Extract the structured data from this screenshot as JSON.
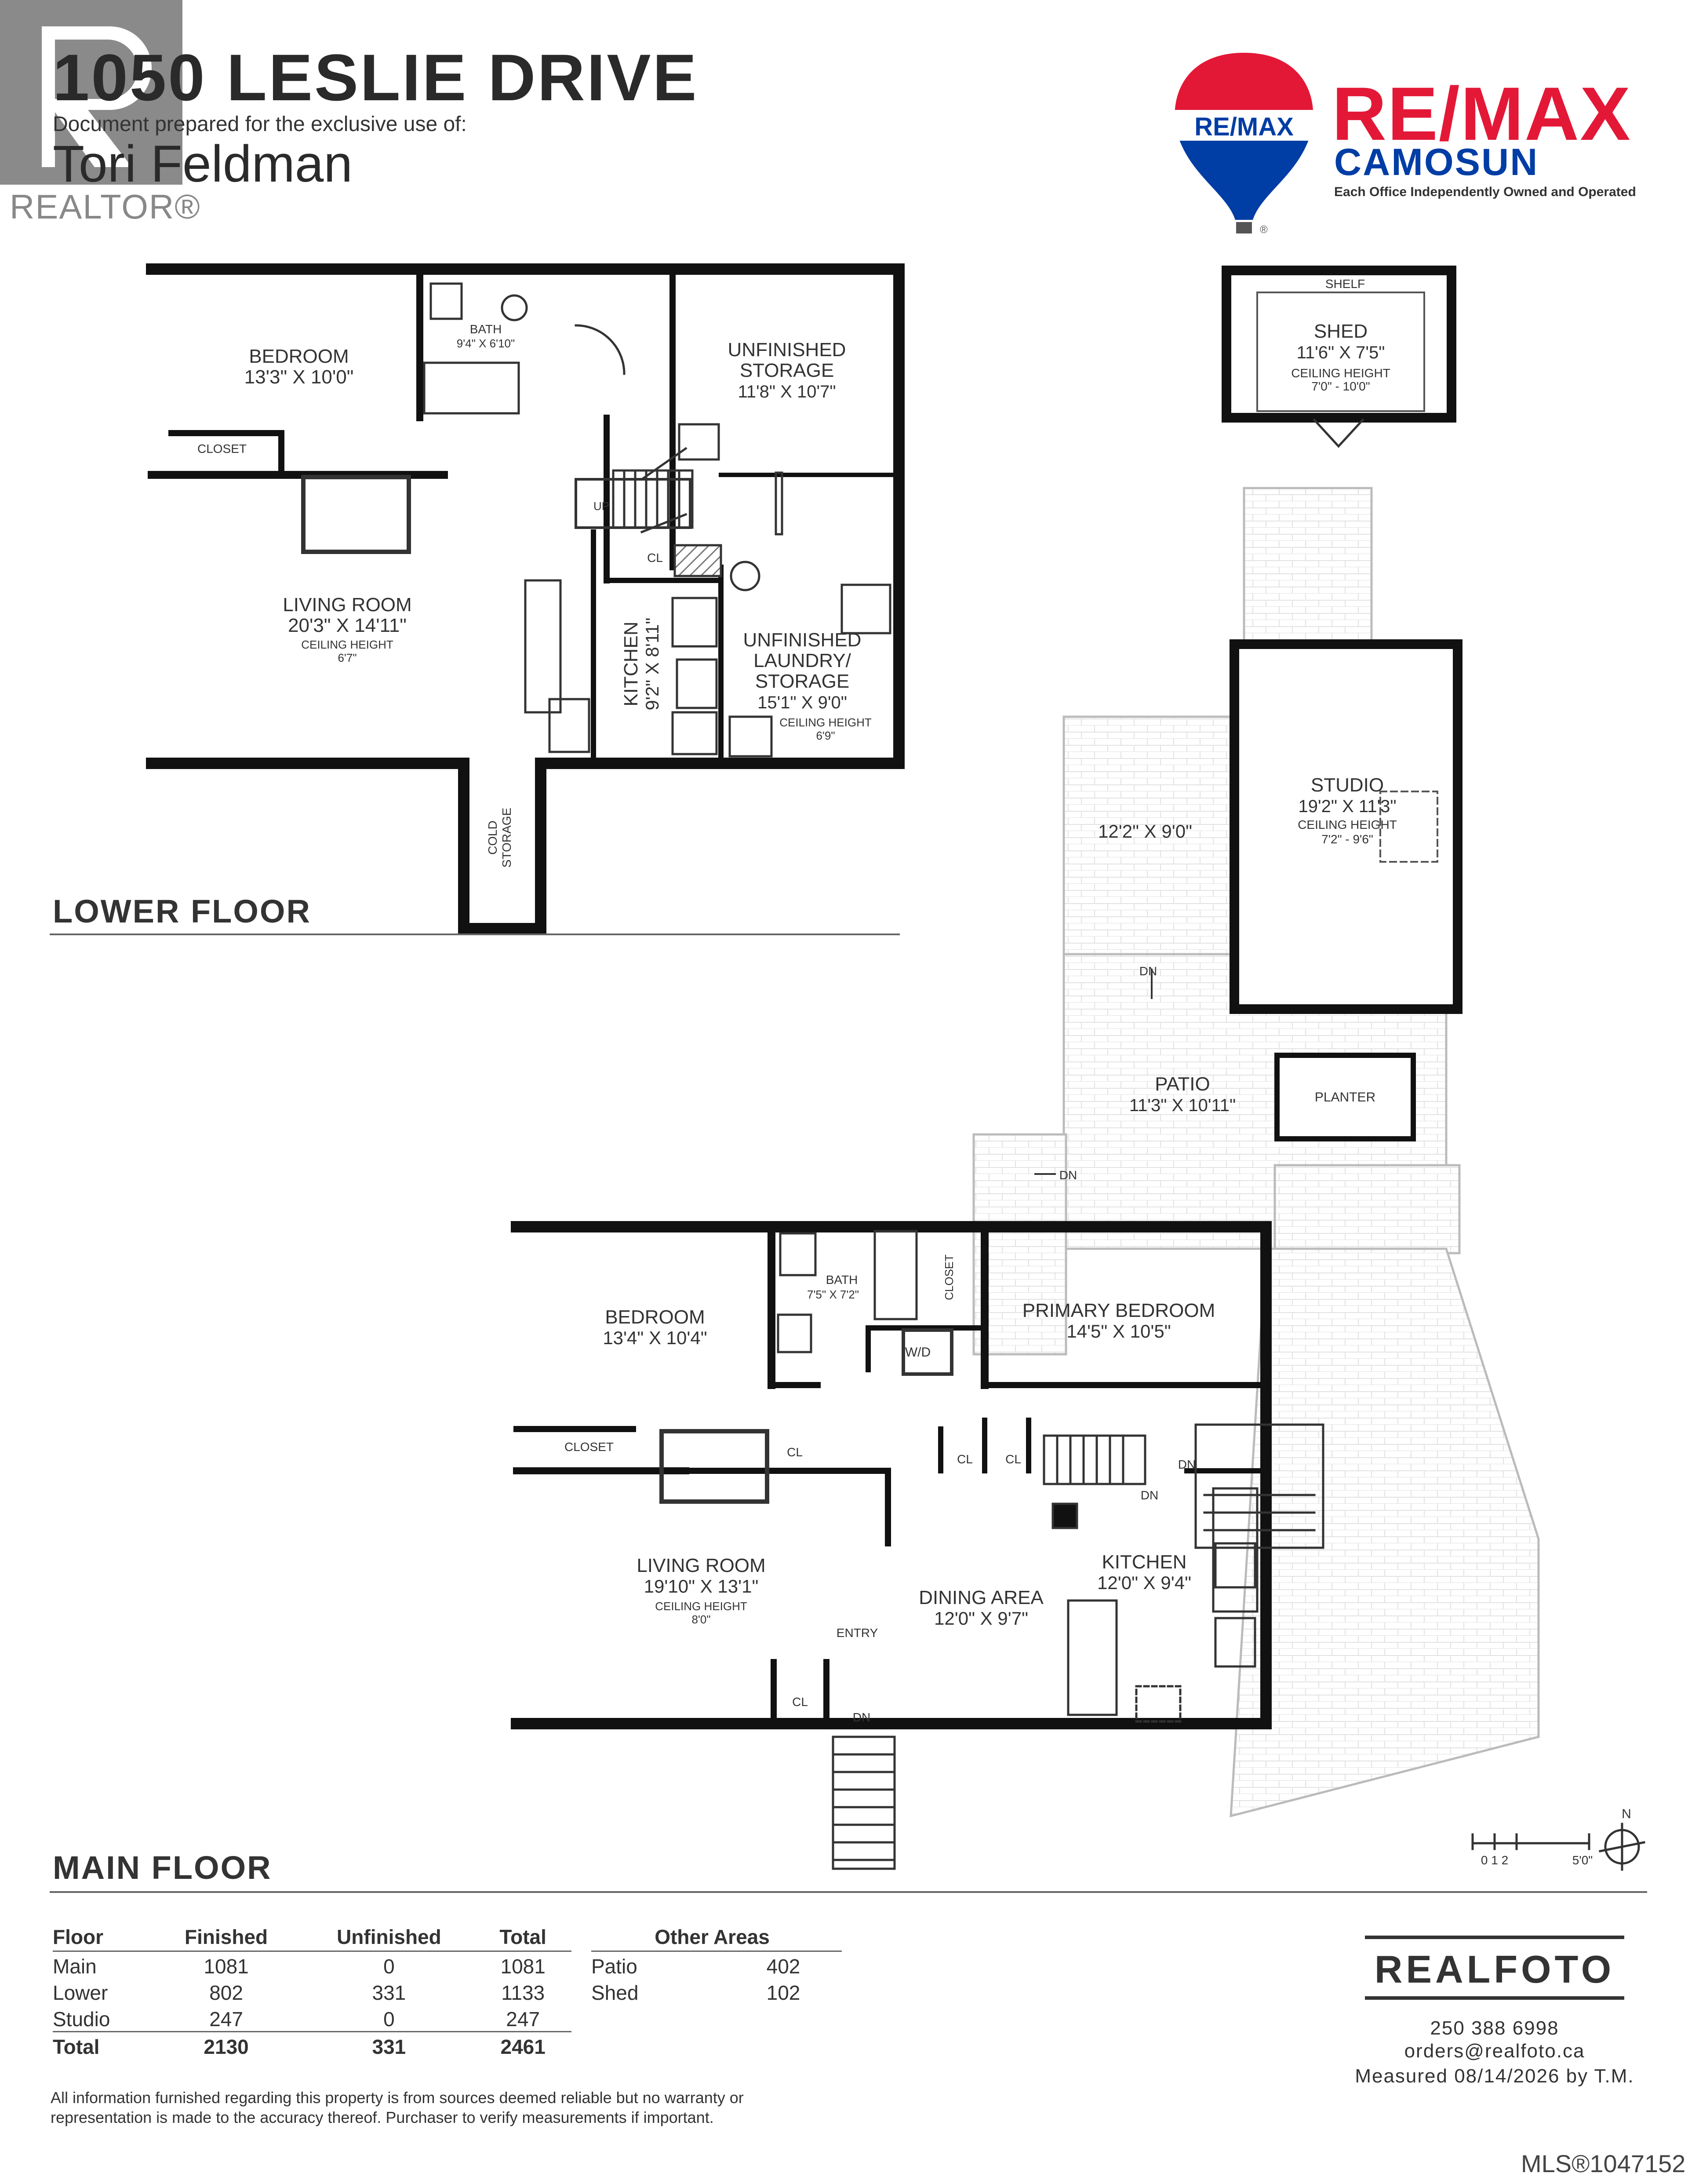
{
  "header": {
    "address": "1050 LESLIE DRIVE",
    "prepared_for": "Document prepared for the exclusive use of:",
    "realtor_name": "Tori Feldman",
    "realtor_label": "REALTOR®"
  },
  "brand": {
    "name": "RE/MAX",
    "office": "CAMOSUN",
    "tagline": "Each Office Independently Owned and Operated",
    "balloon_text": "RE/MAX",
    "colors": {
      "red": "#e31837",
      "blue": "#003da5"
    }
  },
  "lower_floor": {
    "label": "LOWER FLOOR",
    "rooms": {
      "bedroom": {
        "name": "BEDROOM",
        "dims": "13'3\" X 10'0\""
      },
      "closet": "CLOSET",
      "bath": {
        "name": "BATH",
        "dims": "9'4\" X 6'10\""
      },
      "storage": {
        "line1": "UNFINISHED",
        "line2": "STORAGE",
        "dims": "11'8\" X 10'7\""
      },
      "living": {
        "name": "LIVING ROOM",
        "dims": "20'3\" X 14'11\"",
        "ceiling": "CEILING HEIGHT",
        "ceiling_value": "6'7\""
      },
      "up": "UP",
      "cl": "CL",
      "kitchen": {
        "name": "KITCHEN",
        "dims": "9'2\" X 8'11\""
      },
      "laundry": {
        "line1": "UNFINISHED",
        "line2": "LAUNDRY/",
        "line3": "STORAGE",
        "dims": "15'1\" X 9'0\"",
        "ceiling": "CEILING HEIGHT",
        "ceiling_value": "6'9\""
      },
      "cold_storage": {
        "line1": "COLD",
        "line2": "STORAGE"
      }
    }
  },
  "shed": {
    "shelf": "SHELF",
    "name": "SHED",
    "dims": "11'6\" X 7'5\"",
    "ceiling": "CEILING HEIGHT",
    "ceiling_value": "7'0\" - 10'0\""
  },
  "studio": {
    "name": "STUDIO",
    "dims": "19'2\" X 11'3\"",
    "ceiling": "CEILING HEIGHT",
    "ceiling_value": "7'2\" - 9'6\""
  },
  "deck": {
    "dims": "12'2\" X 9'0\"",
    "dn": "DN"
  },
  "patio": {
    "name": "PATIO",
    "dims": "11'3\" X 10'11\"",
    "dn": "DN"
  },
  "planter": "PLANTER",
  "main_floor": {
    "label": "MAIN FLOOR",
    "rooms": {
      "bedroom": {
        "name": "BEDROOM",
        "dims": "13'4\" X 10'4\""
      },
      "bath": {
        "name": "BATH",
        "dims": "7'5\" X 7'2\""
      },
      "closet_v": "CLOSET",
      "primary": {
        "name": "PRIMARY BEDROOM",
        "dims": "14'5\" X 10'5\""
      },
      "wd": "W/D",
      "closet": "CLOSET",
      "cl": "CL",
      "dn": "DN",
      "living": {
        "name": "LIVING ROOM",
        "dims": "19'10\" X 13'1\"",
        "ceiling": "CEILING HEIGHT",
        "ceiling_value": "8'0\""
      },
      "dining": {
        "name": "DINING AREA",
        "dims": "12'0\" X 9'7\""
      },
      "kitchen": {
        "name": "KITCHEN",
        "dims": "12'0\" X 9'4\""
      },
      "entry": "ENTRY"
    }
  },
  "scale": {
    "labels": "0 1 2",
    "end": "5'0\"",
    "north": "N"
  },
  "area_table": {
    "headers": [
      "Floor",
      "Finished",
      "Unfinished",
      "Total"
    ],
    "rows": [
      [
        "Main",
        "1081",
        "0",
        "1081"
      ],
      [
        "Lower",
        "802",
        "331",
        "1133"
      ],
      [
        "Studio",
        "247",
        "0",
        "247"
      ]
    ],
    "total": [
      "Total",
      "2130",
      "331",
      "2461"
    ]
  },
  "other_areas": {
    "header": "Other Areas",
    "rows": [
      [
        "Patio",
        "402"
      ],
      [
        "Shed",
        "102"
      ]
    ]
  },
  "realfoto": {
    "name": "REALFOTO",
    "phone": "250 388 6998",
    "email": "orders@realfoto.ca",
    "measured": "Measured 08/14/2026 by T.M."
  },
  "disclaimer": "All information furnished regarding this property is from sources deemed reliable but no warranty or representation is made to the accuracy thereof. Purchaser to verify measurements if important.",
  "mls": "MLS®1047152"
}
